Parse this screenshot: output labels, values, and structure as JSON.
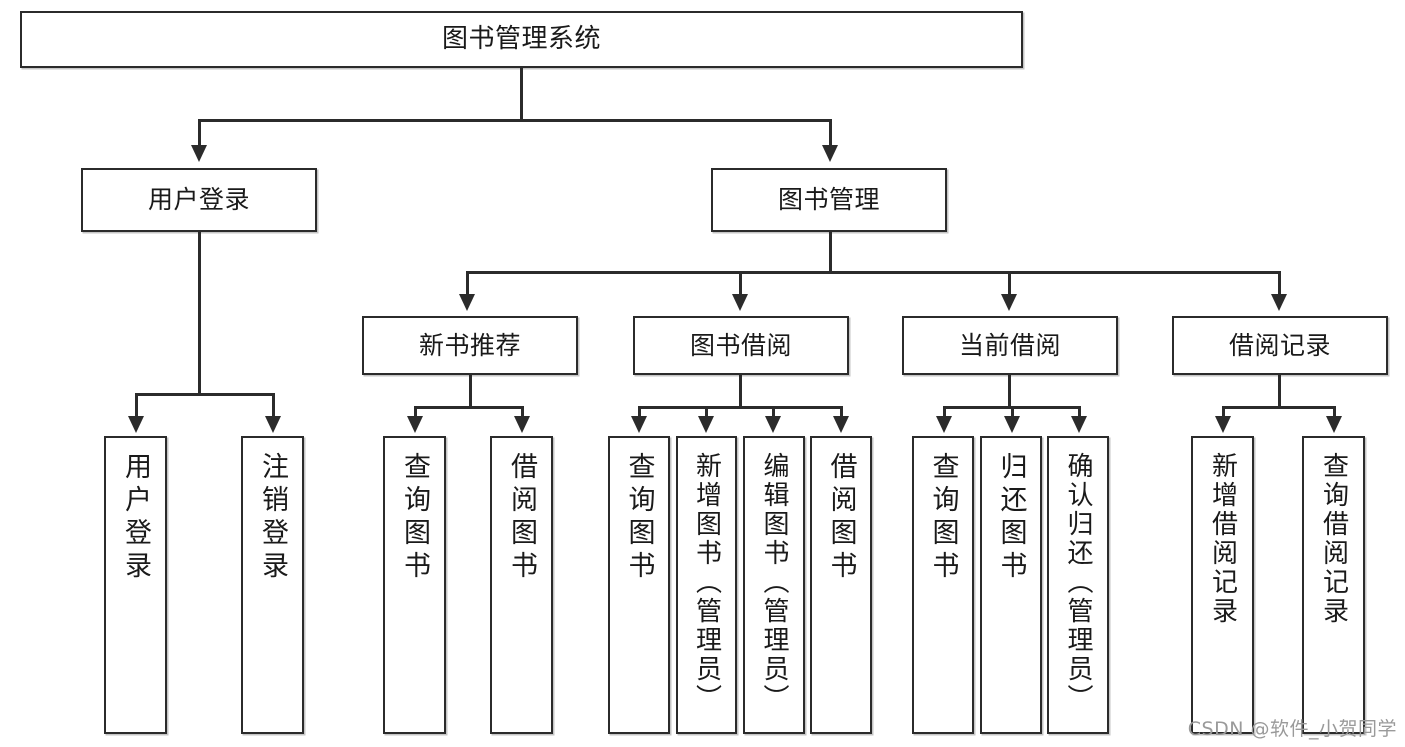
{
  "diagram": {
    "type": "tree-hierarchy",
    "title": "图书管理系统",
    "orientation": "top-down",
    "levels": 4,
    "colors": {
      "box_border": "#2b2b2b",
      "box_fill": "#ffffff",
      "connector": "#2b2b2b",
      "background": "#ffffff",
      "watermark": "#9a9a9a"
    }
  },
  "root": {
    "label": "图书管理系统"
  },
  "level2": [
    {
      "label": "用户登录"
    },
    {
      "label": "图书管理"
    }
  ],
  "level3": [
    {
      "label": "新书推荐"
    },
    {
      "label": "图书借阅"
    },
    {
      "label": "当前借阅"
    },
    {
      "label": "借阅记录"
    }
  ],
  "leaves": {
    "user_login": [
      {
        "label": "用户登录"
      },
      {
        "label": "注销登录"
      }
    ],
    "new_book_recommend": [
      {
        "label": "查询图书"
      },
      {
        "label": "借阅图书"
      }
    ],
    "book_borrow": [
      {
        "label": "查询图书"
      },
      {
        "label": "新增图书（管理员）"
      },
      {
        "label": "编辑图书（管理员）"
      },
      {
        "label": "借阅图书"
      }
    ],
    "current_borrow": [
      {
        "label": "查询图书"
      },
      {
        "label": "归还图书"
      },
      {
        "label": "确认归还（管理员）"
      }
    ],
    "borrow_record": [
      {
        "label": "新增借阅记录"
      },
      {
        "label": "查询借阅记录"
      }
    ]
  },
  "watermark": {
    "text": "CSDN @软件_小贺同学"
  }
}
